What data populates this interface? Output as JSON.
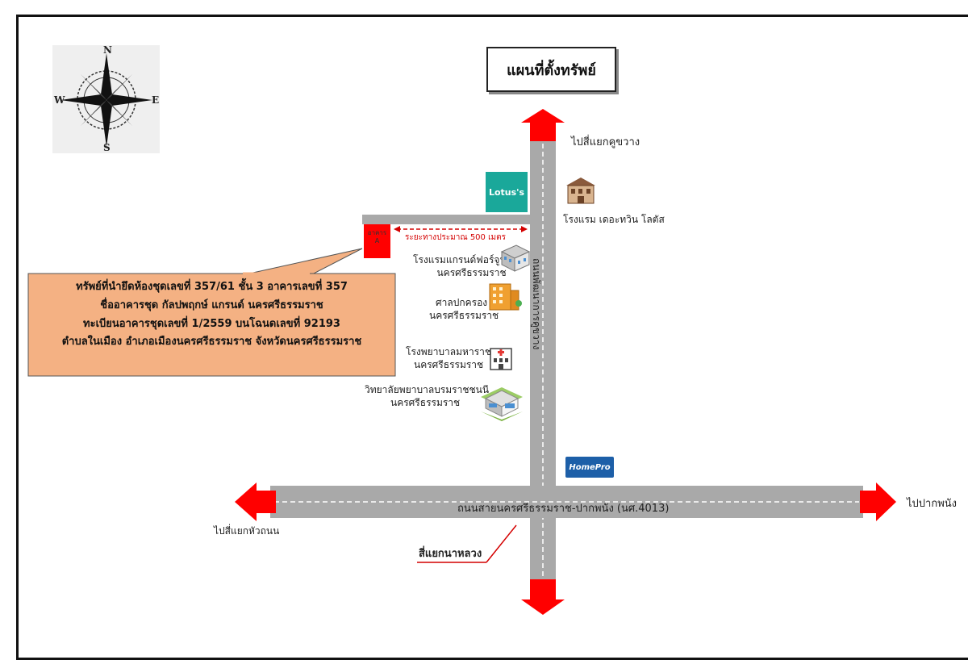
{
  "title": "แผนที่ตั้งทรัพย์",
  "compass": {
    "n": "N",
    "s": "S",
    "e": "E",
    "w": "W"
  },
  "directions": {
    "north": "ไปสี่แยกคูขวาง",
    "west": "ไปสี่แยกหัวถนน",
    "east": "ไปปากพนัง",
    "south_intersection": "สี่แยกนาหลวง"
  },
  "roads": {
    "horizontal": "ถนนสายนครศรีธรรมราช-ปากพนัง (นศ.4013)",
    "vertical": "ถนนพัฒนาการคูขวาง"
  },
  "distance_label": "ระยะทางประมาณ 500 เมตร",
  "property_marker": {
    "line1": "อาคาร",
    "line2": "A"
  },
  "callout": {
    "line1": "ทรัพย์ที่นำยึดห้องชุดเลขที่  357/61  ชั้น 3  อาคารเลขที่ 357",
    "line2": "ชื่ออาคารชุด  กัลปพฤกษ์ แกรนด์ นครศรีธรรมราช",
    "line3": "ทะเบียนอาคารชุดเลขที่ 1/2559 บนโฉนดเลขที่  92193",
    "line4": "ตำบลในเมือง อำเภอเมืองนครศรีธรรมราช จังหวัดนครศรีธรรมราช"
  },
  "landmarks": {
    "lotus": "Lotus's",
    "homepro": "HomePro",
    "hotel_twin": "โรงแรม เดอะทวิน โลตัส",
    "grand_fortune_1": "โรงแรมแกรนด์ฟอร์จูน",
    "grand_fortune_2": "นครศรีธรรมราช",
    "court_1": "ศาลปกครอง",
    "court_2": "นครศรีธรรมราช",
    "hospital_1": "โรงพยาบาลมหาราช",
    "hospital_2": "นครศรีธรรมราช",
    "college_1": "วิทยาลัยพยาบาลบรมราชชนนี",
    "college_2": "นครศรีธรรมราช"
  },
  "colors": {
    "road": "#a9a9a9",
    "arrow": "#ff0000",
    "callout": "#f4b183",
    "lotus": "#1aa89a",
    "homepro": "#1d5fa8"
  }
}
